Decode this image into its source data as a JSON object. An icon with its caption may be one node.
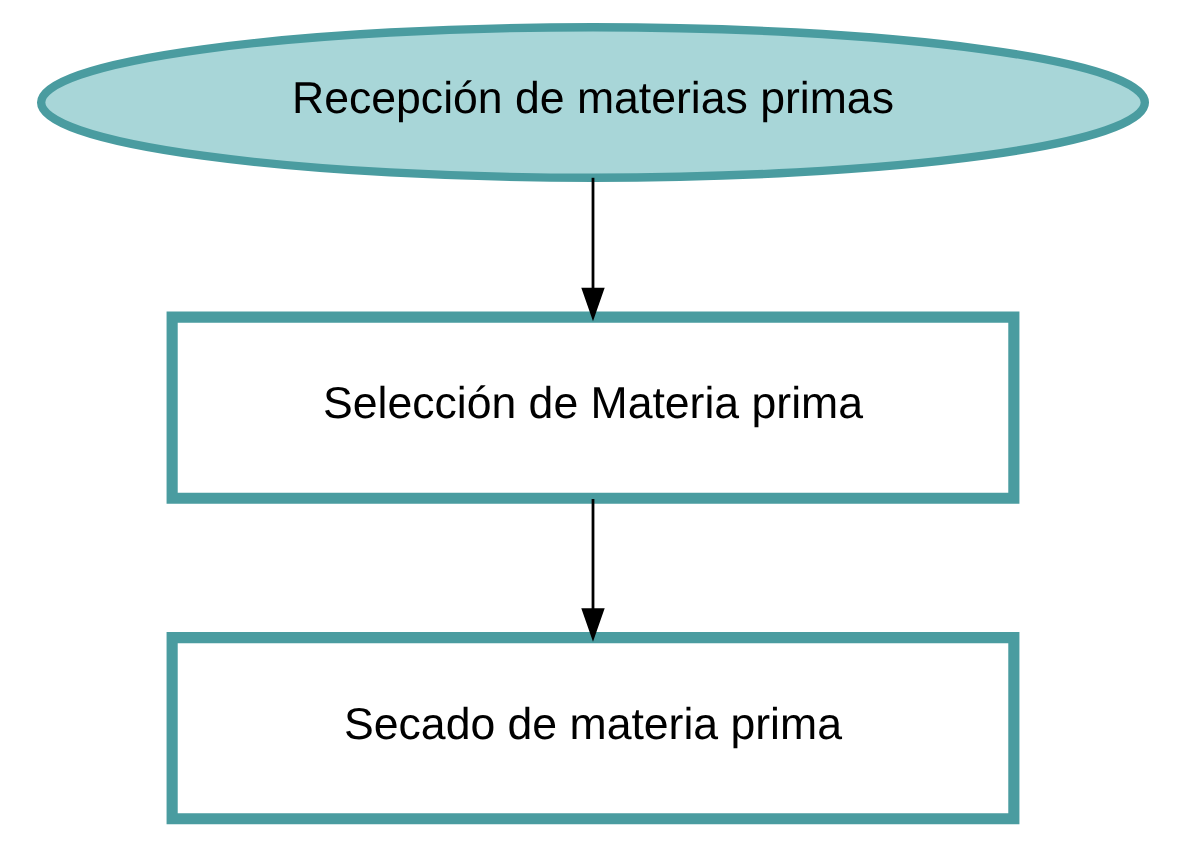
{
  "diagram": {
    "nodes": [
      {
        "text": [
          "Recepción de materias primas"
        ]
      },
      {
        "text": [
          "Selección de Materia prima"
        ]
      },
      {
        "text": [
          "Secado de materia prima"
        ]
      }
    ],
    "edges": [
      {
        "from": 0,
        "to": 1,
        "arrow": "to"
      },
      {
        "from": 1,
        "to": 2,
        "arrow": "to"
      }
    ]
  }
}
